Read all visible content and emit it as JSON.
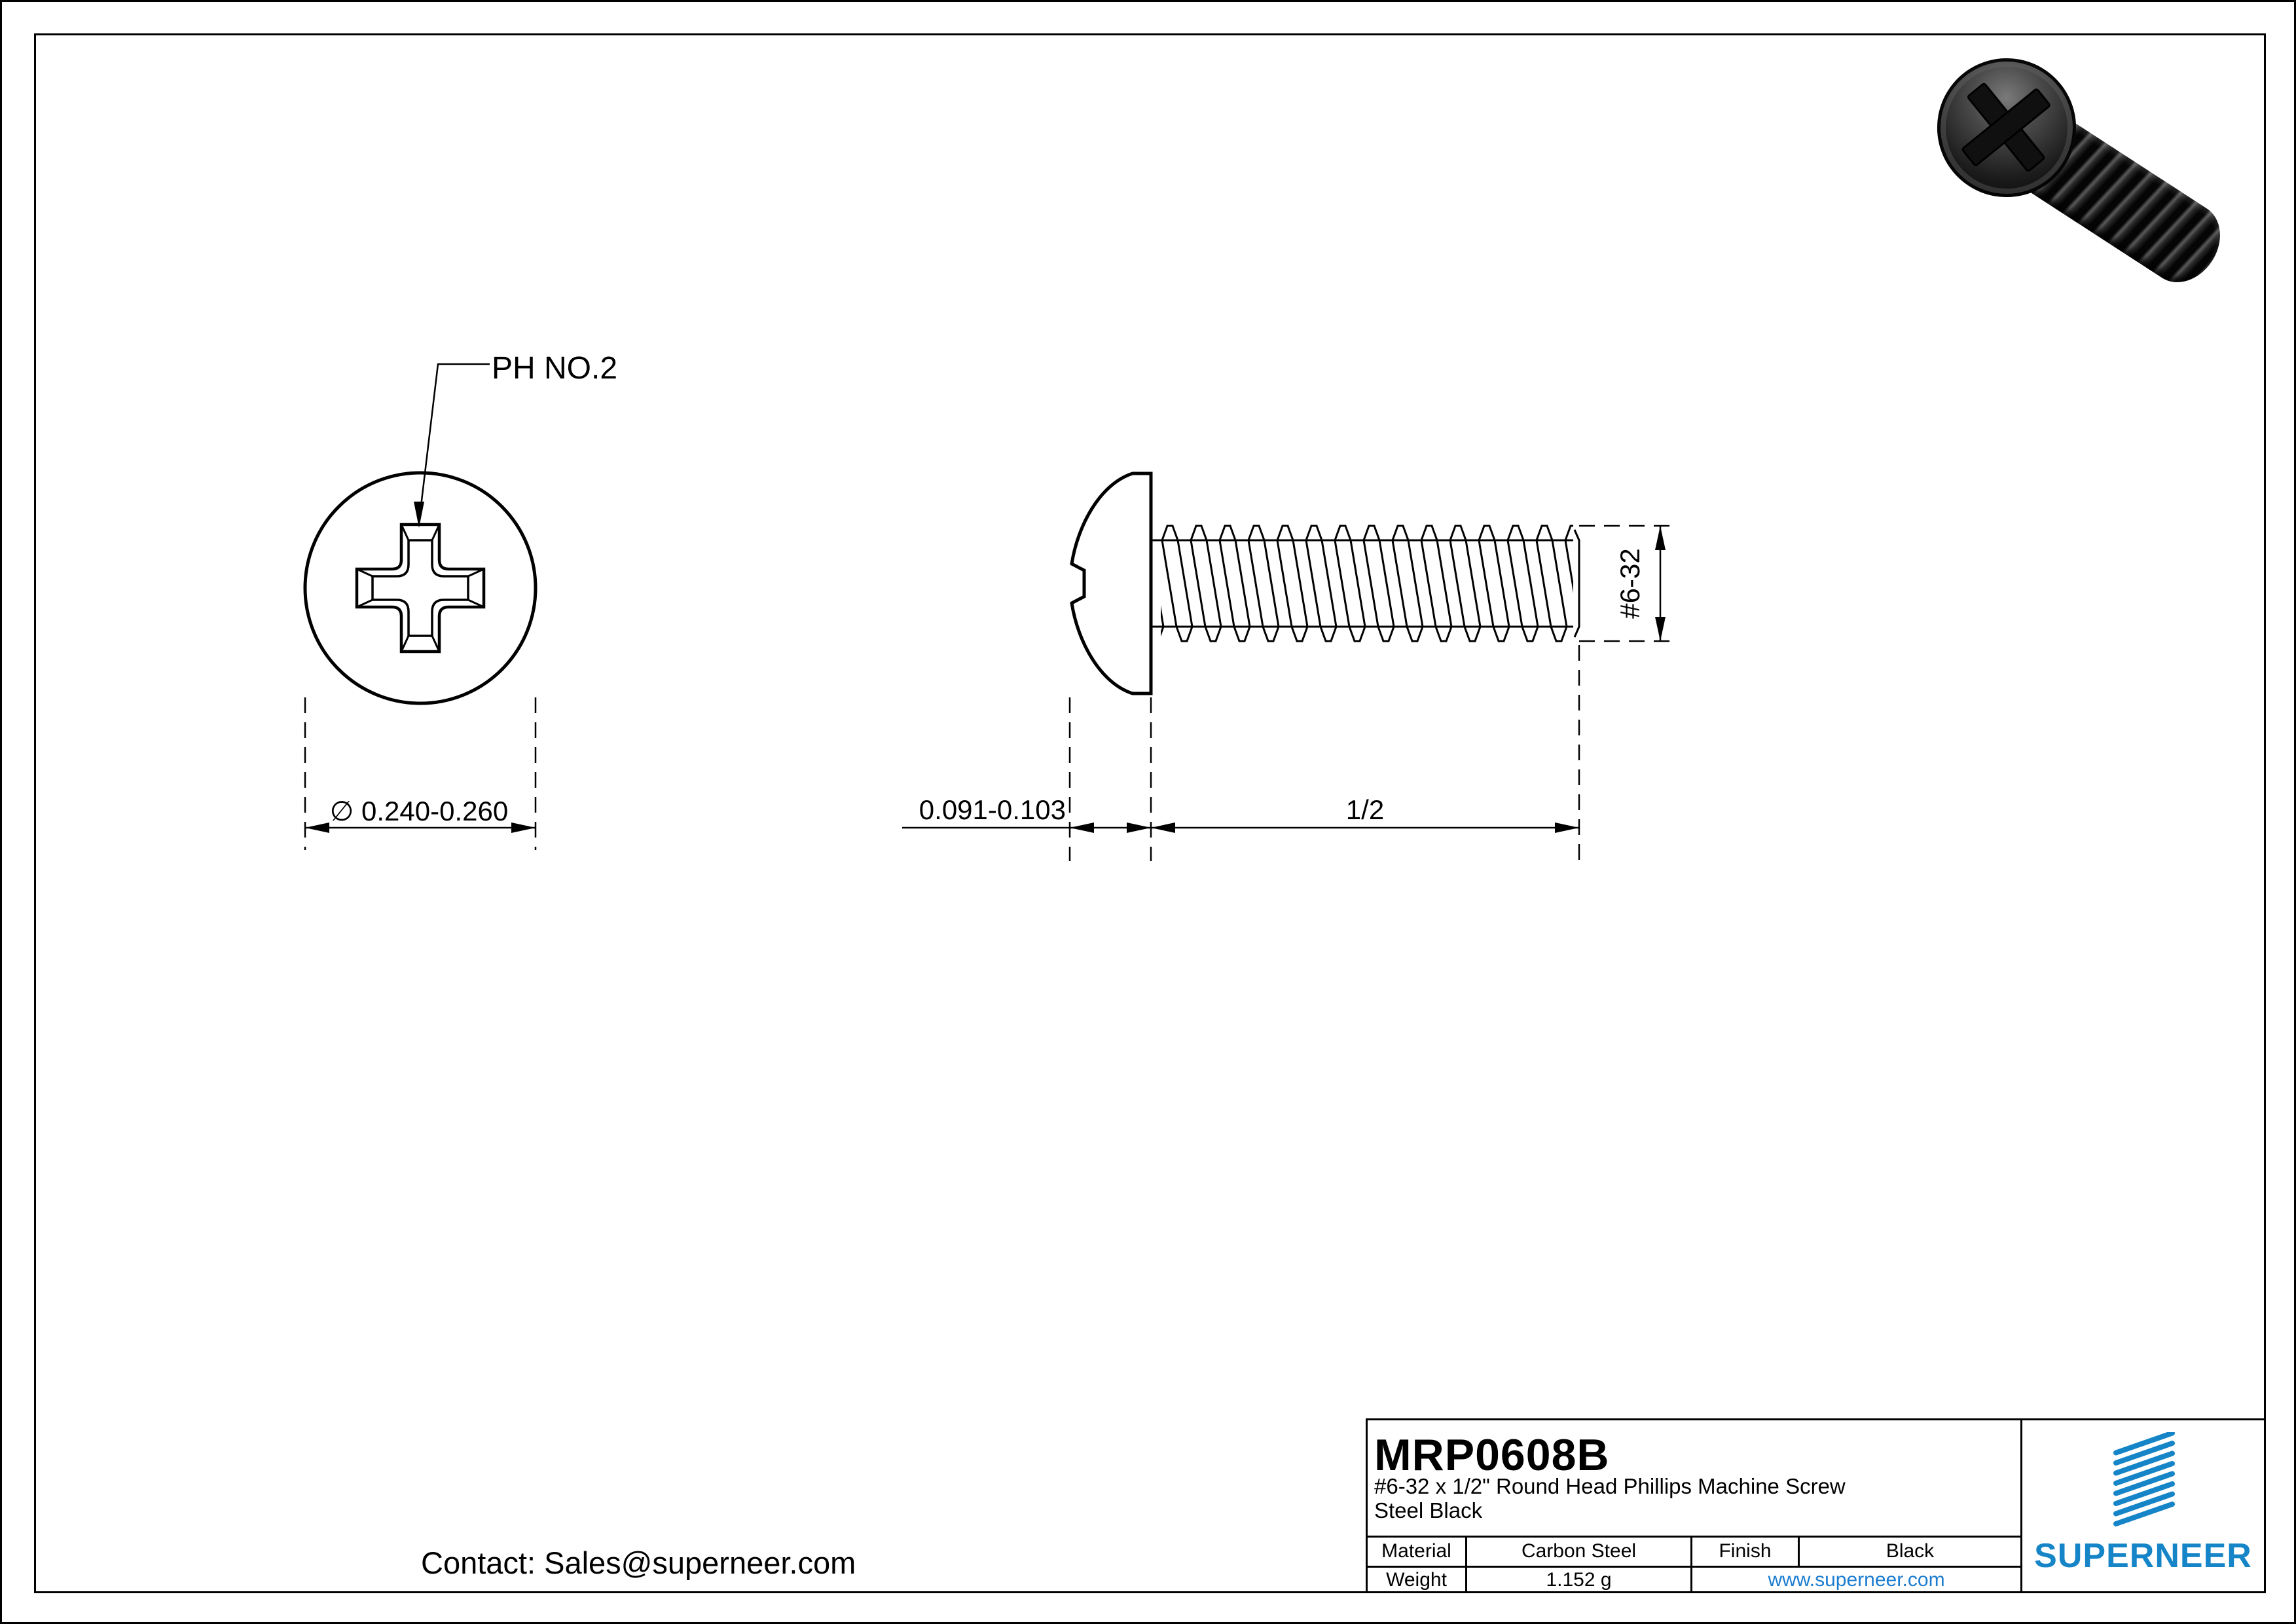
{
  "front_view": {
    "callout": "PH NO.2",
    "diameter_dim": "∅ 0.240-0.260"
  },
  "side_view": {
    "head_height_dim": "0.091-0.103",
    "length_dim": "1/2",
    "thread_size_dim": "#6-32"
  },
  "title_block": {
    "part_number": "MRP0608B",
    "description_line1": "#6-32 x 1/2\" Round Head Phillips Machine Screw",
    "description_line2": "Steel Black",
    "material_label": "Material",
    "material_value": "Carbon Steel",
    "finish_label": "Finish",
    "finish_value": "Black",
    "weight_label": "Weight",
    "weight_value": "1.152 g",
    "website": "www.superneer.com"
  },
  "brand": {
    "name": "SUPERNEER",
    "logo_color": "#1585C8",
    "link_color": "#1B7CD0"
  },
  "contact": {
    "text": "Contact: Sales@superneer.com"
  }
}
